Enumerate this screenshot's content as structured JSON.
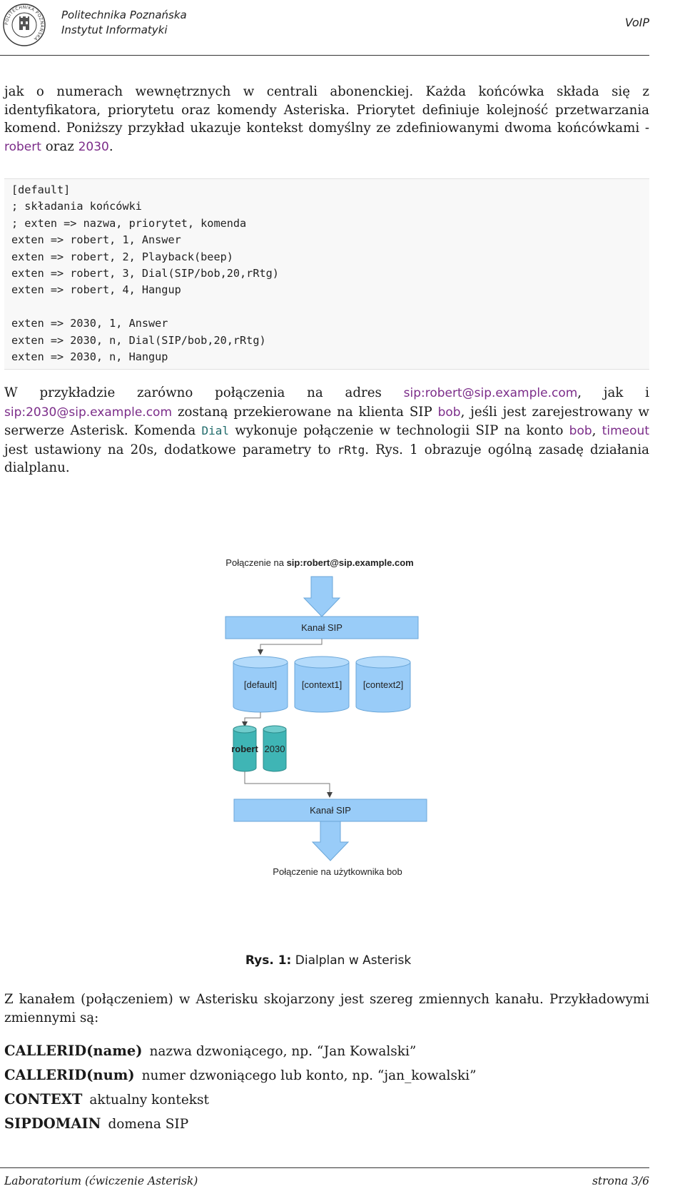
{
  "header": {
    "institution_line1": "Politechnika Poznańska",
    "institution_line2": "Instytut Informatyki",
    "doc_title": "VoIP",
    "logo_text": "POLITECHNIKA POZNAŃSKA"
  },
  "para1": {
    "text1": "jak o numerach wewnętrznych w centrali abonenckiej. Każda końcówka składa się z identyfikatora, priorytetu oraz komendy Asteriska. Priorytet definiuje kolejność przetwarzania komend. Poniższy przykład ukazuje kontekst domyślny ze zdefiniowanymi dwoma końcówkami - ",
    "term1": "robert",
    "text2": " oraz ",
    "term2": "2030",
    "text3": "."
  },
  "code_block": "[default]\n; składania końcówki\n; exten => nazwa, priorytet, komenda\nexten => robert, 1, Answer\nexten => robert, 2, Playback(beep)\nexten => robert, 3, Dial(SIP/bob,20,rRtg)\nexten => robert, 4, Hangup\n\nexten => 2030, 1, Answer\nexten => 2030, n, Dial(SIP/bob,20,rRtg)\nexten => 2030, n, Hangup",
  "para2": {
    "t1": "W przykładzie zarówno połączenia na adres ",
    "addr1": "sip:robert@sip.example.com",
    "t2": ", jak i ",
    "addr2": "sip:2030@sip.example.com",
    "t3": " zostaną przekierowane na klienta SIP ",
    "bob1": "bob",
    "t4": ", jeśli jest zarejestrowany w serwerze Asterisk. Komenda ",
    "dial": "Dial",
    "t5": " wykonuje połączenie w technologii SIP na konto ",
    "bob2": "bob",
    "t6": ", ",
    "timeout": "timeout",
    "t7": " jest ustawiony na 20s, dodatkowe parametry to ",
    "rrtg": "rRtg",
    "t8": ". Rys. 1 obrazuje ogólną zasadę działania dialplanu."
  },
  "figure": {
    "top_prefix": "Połączenie na ",
    "top_addr": "sip:robert@sip.example.com",
    "channel_top": "Kanał SIP",
    "contexts": [
      "[default]",
      "[context1]",
      "[context2]"
    ],
    "extensions": [
      "robert",
      "2030"
    ],
    "channel_bottom": "Kanał SIP",
    "bottom": "Połączenie na użytkownika bob",
    "colors": {
      "box_fill": "#99ccf8",
      "box_stroke": "#6aa6d8",
      "ext_fill": "#3fb5b5",
      "ext_stroke": "#2a8a8a"
    }
  },
  "caption": {
    "label": "Rys. 1:",
    "text": "Dialplan w Asterisk"
  },
  "para3": "Z kanałem (połączeniem) w Asterisku skojarzony jest szereg zmiennych kanału. Przykładowymi zmiennymi są:",
  "variables": [
    {
      "term": "CALLERID(name)",
      "desc": "nazwa dzwoniącego, np. “Jan Kowalski”"
    },
    {
      "term": "CALLERID(num)",
      "desc": "numer dzwoniącego lub konto, np. “jan_kowalski”"
    },
    {
      "term": "CONTEXT",
      "desc": "aktualny kontekst"
    },
    {
      "term": "SIPDOMAIN",
      "desc": "domena SIP"
    }
  ],
  "footer": {
    "left": "Laboratorium (ćwiczenie Asterisk)",
    "right": "strona 3/6"
  }
}
